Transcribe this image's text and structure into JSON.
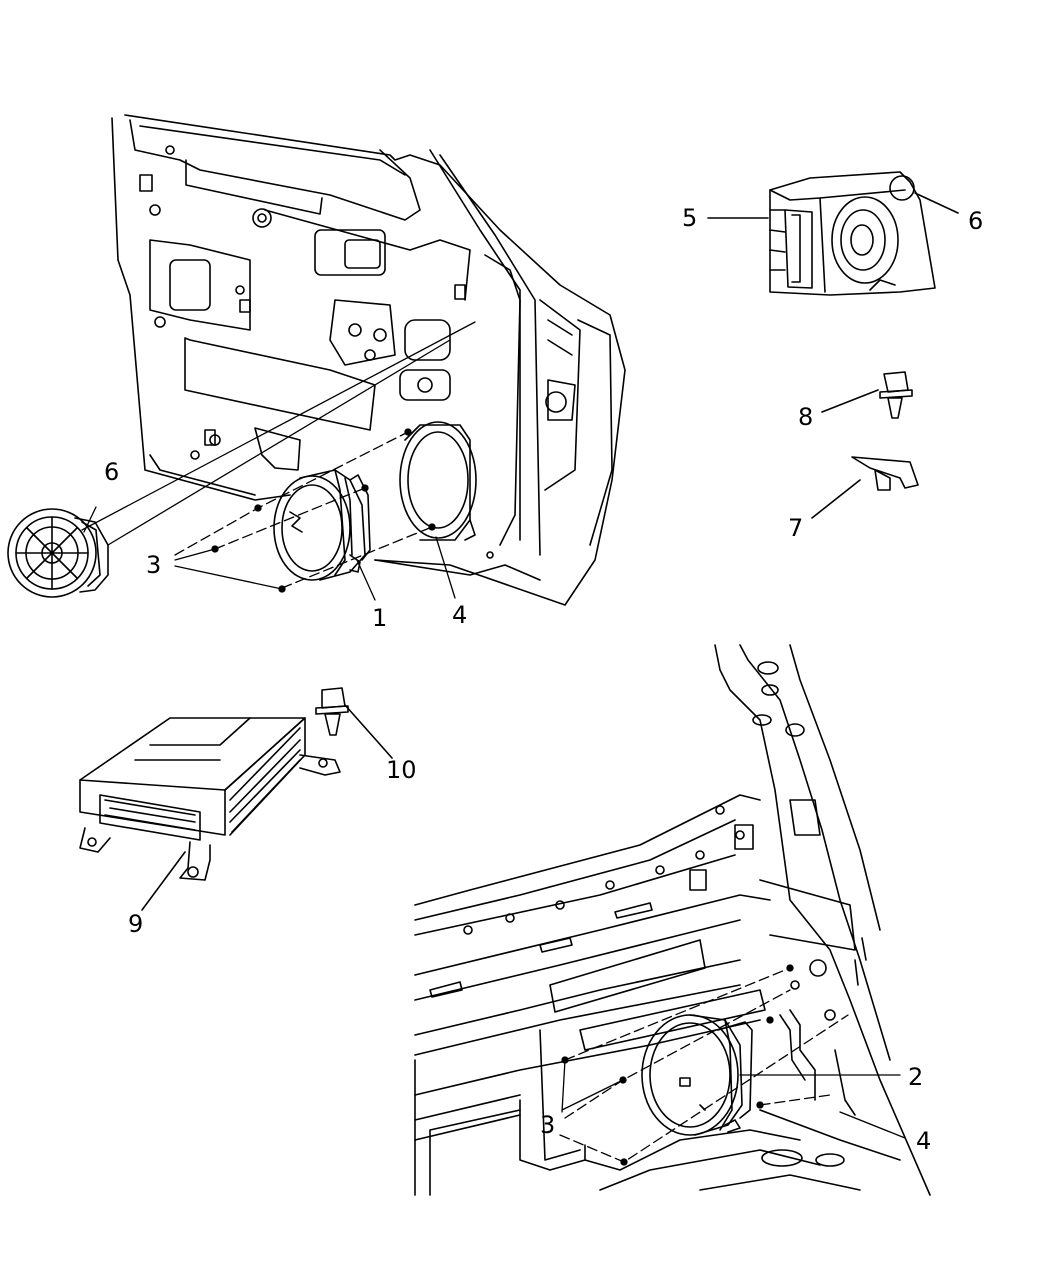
{
  "callouts": {
    "c1": "1",
    "c2": "2",
    "c3_front": "3",
    "c3_rear": "3",
    "c4_front": "4",
    "c4_rear": "4",
    "c5": "5",
    "c6_front": "6",
    "c6_sub": "6",
    "c7": "7",
    "c8": "8",
    "c9": "9",
    "c10": "10"
  },
  "colors": {
    "line": "#000000",
    "background": "#ffffff"
  }
}
